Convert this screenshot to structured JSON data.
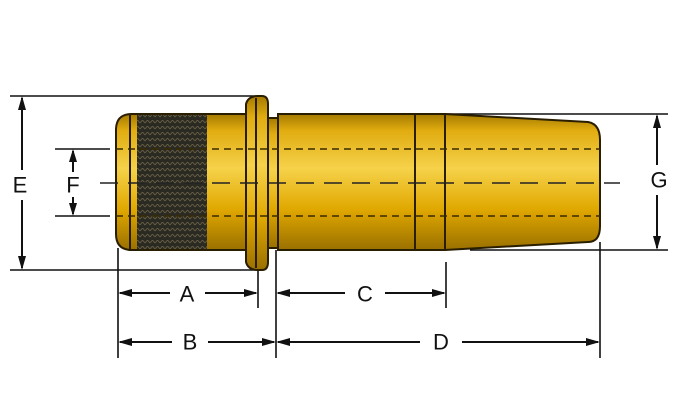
{
  "diagram": {
    "labels": {
      "A": "A",
      "B": "B",
      "C": "C",
      "D": "D",
      "E": "E",
      "F": "F",
      "G": "G"
    },
    "colors": {
      "brass": "#d9a400",
      "brass_light": "#f2cc3a",
      "brass_dark": "#a57a00",
      "thread": "#2a2a22",
      "line": "#111111"
    }
  }
}
